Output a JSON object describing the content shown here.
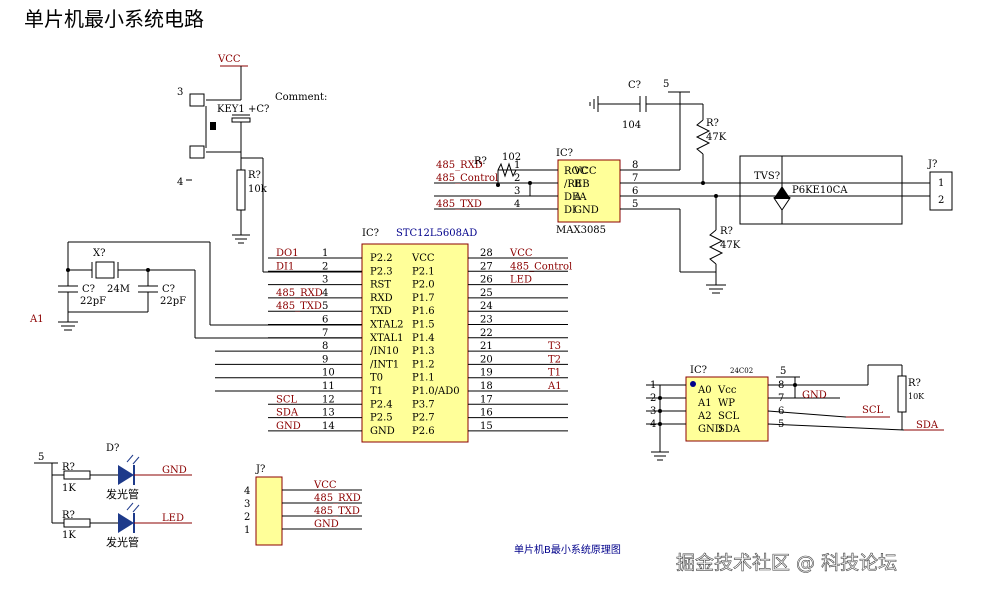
{
  "title": "单片机最小系统电路",
  "subtitle": "单片机B最小系统原理图",
  "watermark": "掘金技术社区 @ 科技论坛",
  "mcu": {
    "ref": "IC?",
    "part": "STC12L5608AD",
    "left_pins": [
      {
        "num": "1",
        "name": "P2.2",
        "net": "DO1"
      },
      {
        "num": "2",
        "name": "P2.3",
        "net": "DI1"
      },
      {
        "num": "3",
        "name": "RST",
        "net": ""
      },
      {
        "num": "4",
        "name": "RXD",
        "net": "485_RXD"
      },
      {
        "num": "5",
        "name": "TXD",
        "net": "485_TXD"
      },
      {
        "num": "6",
        "name": "XTAL2",
        "net": ""
      },
      {
        "num": "7",
        "name": "XTAL1",
        "net": ""
      },
      {
        "num": "8",
        "name": "/IN10",
        "net": ""
      },
      {
        "num": "9",
        "name": "/INT1",
        "net": ""
      },
      {
        "num": "10",
        "name": "T0",
        "net": ""
      },
      {
        "num": "11",
        "name": "T1",
        "net": ""
      },
      {
        "num": "12",
        "name": "P2.4",
        "net": "SCL"
      },
      {
        "num": "13",
        "name": "P2.5",
        "net": "SDA"
      },
      {
        "num": "14",
        "name": "GND",
        "net": "GND"
      }
    ],
    "right_pins": [
      {
        "num": "28",
        "name": "VCC",
        "net": "VCC"
      },
      {
        "num": "27",
        "name": "P2.1",
        "net": "485_Control"
      },
      {
        "num": "26",
        "name": "P2.0",
        "net": "LED"
      },
      {
        "num": "25",
        "name": "P1.7",
        "net": ""
      },
      {
        "num": "24",
        "name": "P1.6",
        "net": ""
      },
      {
        "num": "23",
        "name": "P1.5",
        "net": ""
      },
      {
        "num": "22",
        "name": "P1.4",
        "net": ""
      },
      {
        "num": "21",
        "name": "P1.3",
        "net": "T3"
      },
      {
        "num": "20",
        "name": "P1.2",
        "net": "T2"
      },
      {
        "num": "19",
        "name": "P1.1",
        "net": "T1"
      },
      {
        "num": "18",
        "name": "P1.0/AD0",
        "net": "A1"
      },
      {
        "num": "17",
        "name": "P3.7",
        "net": ""
      },
      {
        "num": "16",
        "name": "P2.7",
        "net": ""
      },
      {
        "num": "15",
        "name": "P2.6",
        "net": ""
      }
    ]
  },
  "reset": {
    "vcc": "VCC",
    "key": "KEY1",
    "cap": "+C?",
    "comment": "Comment:",
    "pin3": "3",
    "pin4": "4",
    "res_ref": "R?",
    "res_val": "10k"
  },
  "crystal": {
    "ref": "X?",
    "val": "24M",
    "cap1_ref": "C?",
    "cap1_val": "22pF",
    "cap2_ref": "C?",
    "cap2_val": "22pF",
    "net": "A1"
  },
  "max3085": {
    "ref": "IC?",
    "part": "MAX3085",
    "pins_left": [
      {
        "num": "1",
        "name": "ROC",
        "net": "485_RXD"
      },
      {
        "num": "2",
        "name": "/REB",
        "net": "485_Control"
      },
      {
        "num": "3",
        "name": "DEA",
        "net": ""
      },
      {
        "num": "4",
        "name": "DI",
        "net": "485_TXD"
      }
    ],
    "pins_right": [
      {
        "num": "8",
        "name": "VCC"
      },
      {
        "num": "7",
        "name": "B"
      },
      {
        "num": "6",
        "name": "A"
      },
      {
        "num": "5",
        "name": "GND"
      }
    ],
    "res_ref": "R?",
    "res_val": "102",
    "cap_ref": "C?",
    "cap_val": "104",
    "vcc_label": "5",
    "r1_ref": "R?",
    "r1_val": "47K",
    "r2_ref": "R?",
    "r2_val": "47K",
    "tvs_ref": "TVS?",
    "tvs_val": "P6KE10CA",
    "conn_ref": "J?",
    "conn_pins": [
      "1",
      "2"
    ]
  },
  "eeprom": {
    "ref": "IC?",
    "part": "24C02",
    "vcc_label": "5",
    "left_pins": [
      "1",
      "2",
      "3",
      "4"
    ],
    "left_names": [
      "A0",
      "A1",
      "A2",
      "GND"
    ],
    "right_names": [
      "Vcc",
      "WP",
      "SCL",
      "SDA"
    ],
    "right_pins": [
      "8",
      "7",
      "6",
      "5"
    ],
    "gnd_label": "GND",
    "scl_label": "SCL",
    "sda_label": "SDA",
    "res_ref": "R?",
    "res_val": "10K"
  },
  "leds": {
    "vcc_label": "5",
    "r1_ref": "R?",
    "r1_val": "1K",
    "r2_ref": "R?",
    "r2_val": "1K",
    "d_ref": "D?",
    "d1_label": "发光管",
    "d2_label": "发光管",
    "net1": "GND",
    "net2": "LED"
  },
  "header": {
    "ref": "J?",
    "pins": [
      "4",
      "3",
      "2",
      "1"
    ],
    "nets": [
      "VCC",
      "485_RXD",
      "485_TXD",
      "GND"
    ]
  }
}
